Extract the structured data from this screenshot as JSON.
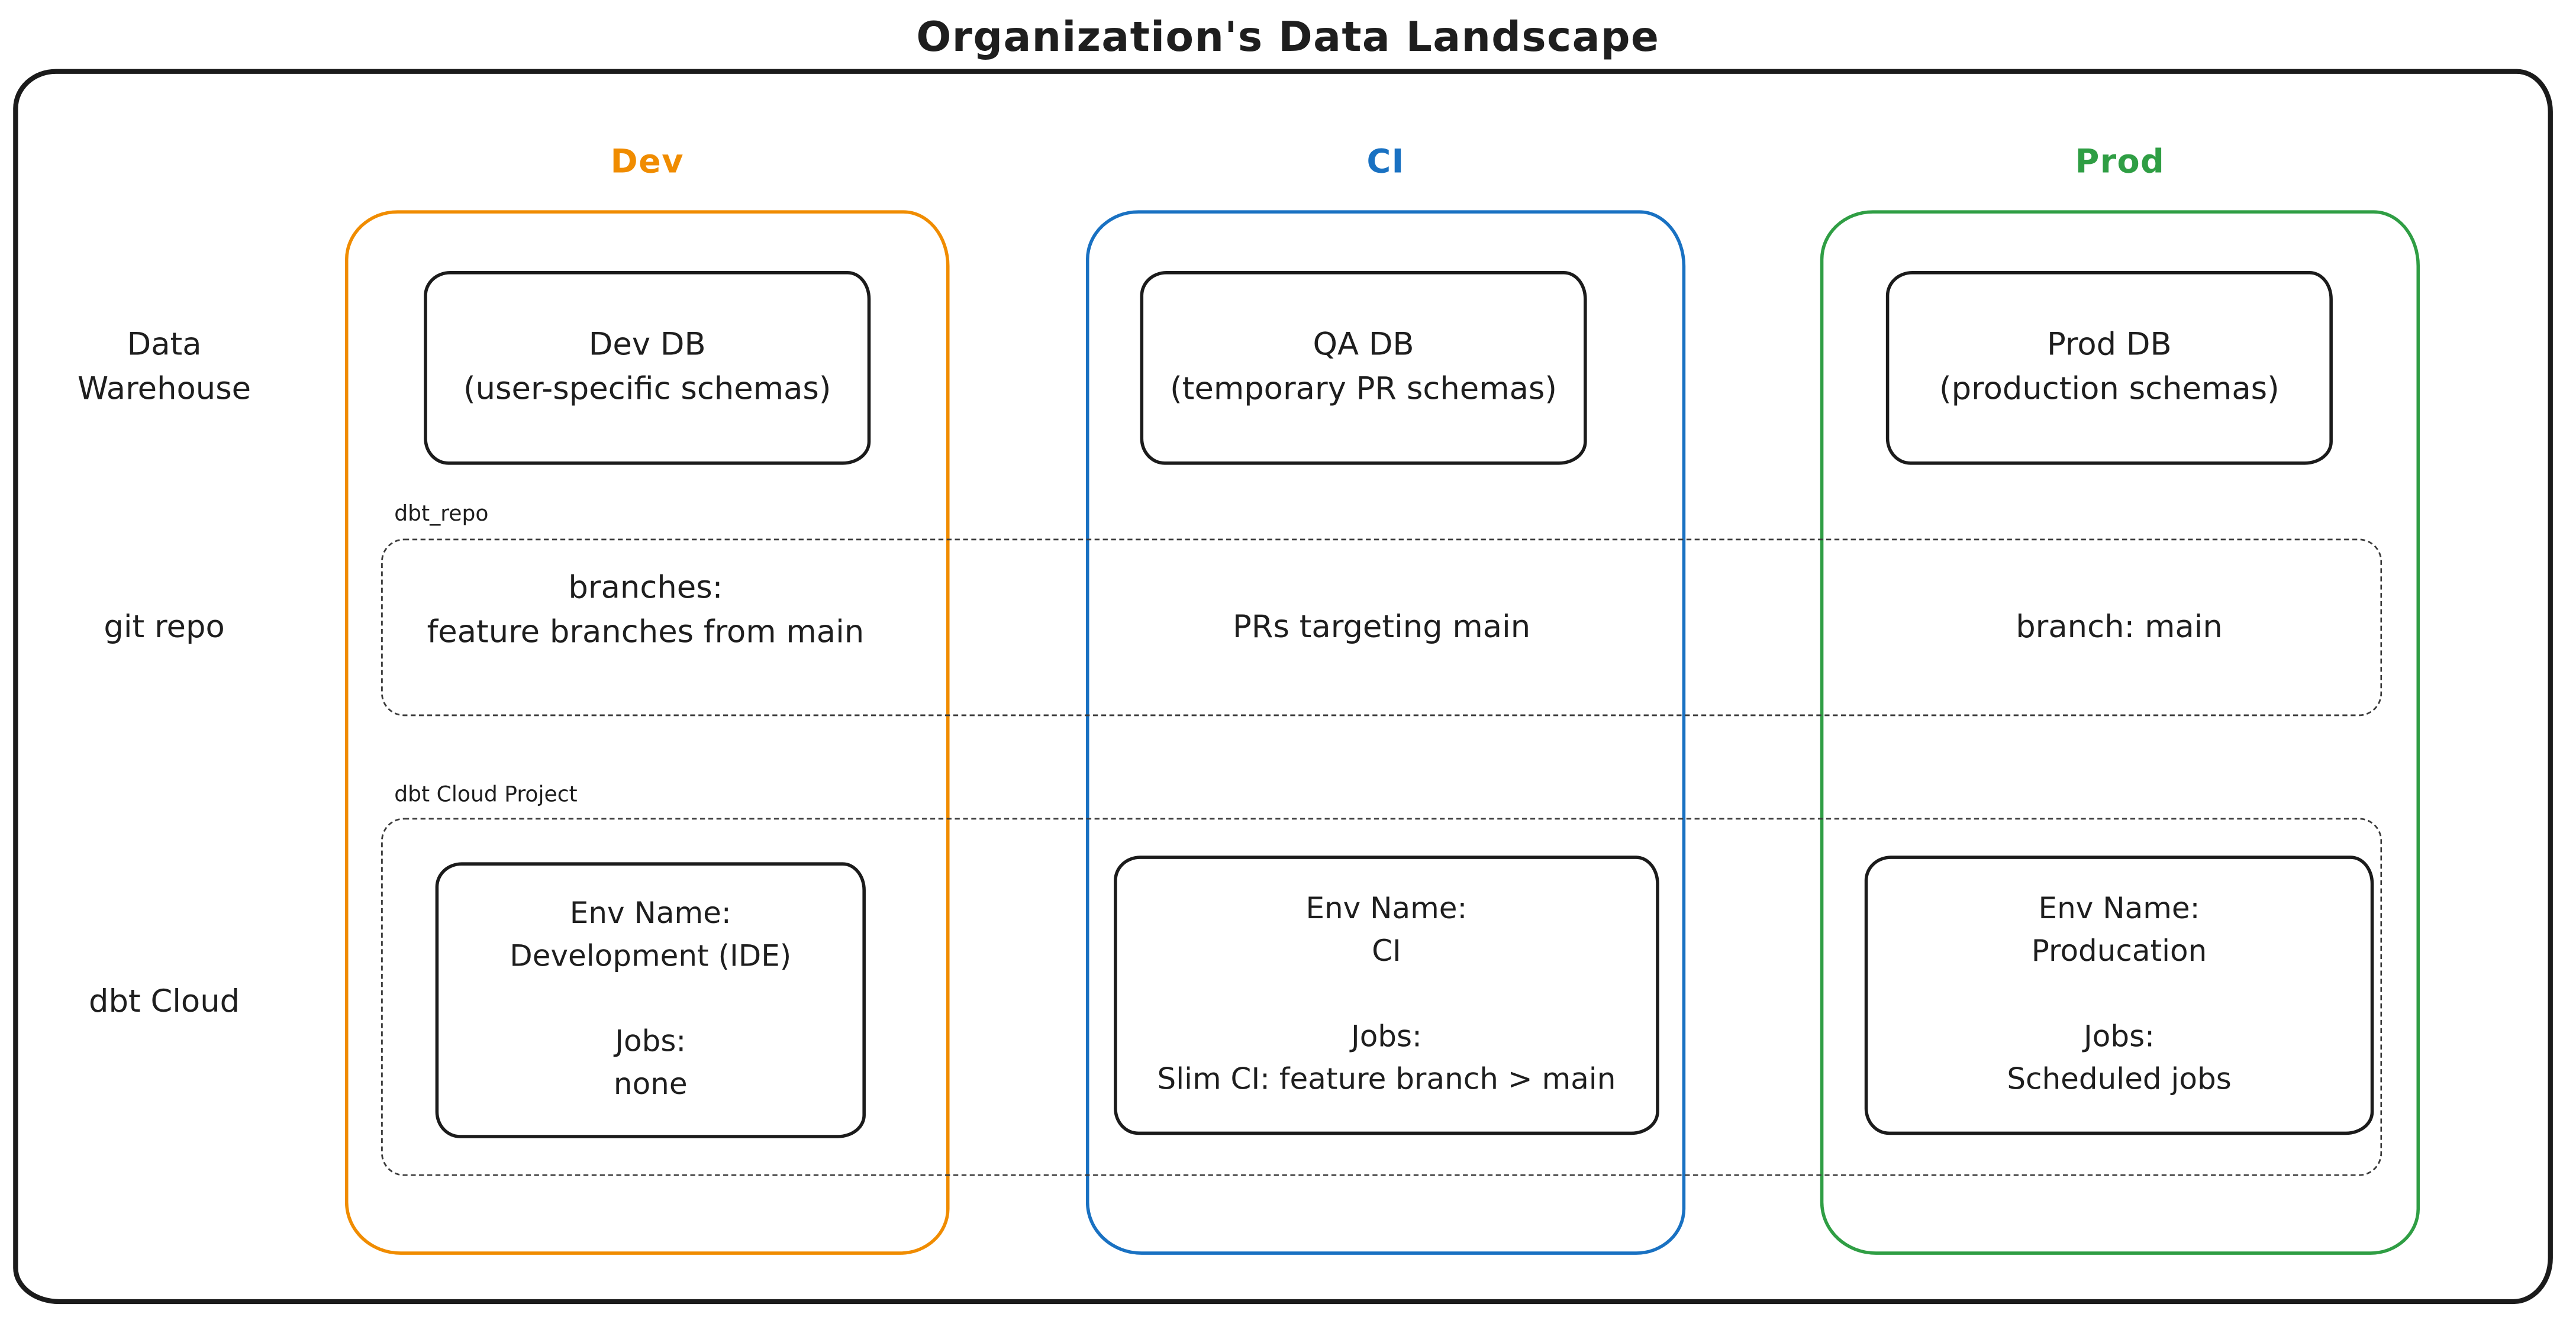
{
  "title": "Organization's Data Landscape",
  "colors": {
    "dev_accent": "#f08c00",
    "ci_accent": "#1971c2",
    "prod_accent": "#2f9e44",
    "ink": "#1b1b1b",
    "background": "#ffffff"
  },
  "row_labels": {
    "warehouse": "Data\nWarehouse",
    "git": "git repo",
    "dbt": "dbt Cloud"
  },
  "columns": {
    "dev": {
      "label": "Dev"
    },
    "ci": {
      "label": "CI"
    },
    "prod": {
      "label": "Prod"
    }
  },
  "warehouse": {
    "dev": "Dev DB\n(user-specific schemas)",
    "ci": "QA DB\n(temporary PR schemas)",
    "prod": "Prod DB\n(production schemas)"
  },
  "git_repo": {
    "band_label": "dbt_repo",
    "dev": "branches:\nfeature branches from main",
    "ci": "PRs targeting main",
    "prod": "branch: main"
  },
  "dbt_cloud": {
    "band_label": "dbt Cloud Project",
    "dev": "Env Name:\nDevelopment (IDE)\n\nJobs:\nnone",
    "ci": "Env Name:\nCI\n\nJobs:\nSlim CI: feature branch > main",
    "prod": "Env Name:\nProducation\n\nJobs:\nScheduled jobs"
  }
}
